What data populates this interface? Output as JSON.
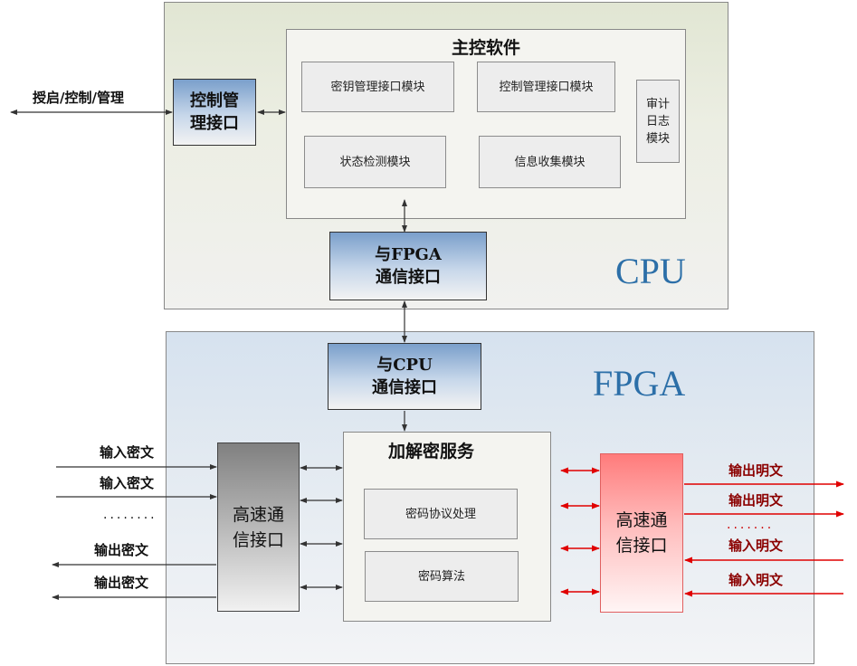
{
  "cpu": {
    "label": "CPU",
    "software_title": "主控软件",
    "modules": {
      "key_mgmt": "密钥管理接口模块",
      "ctrl_mgmt": "控制管理接口模块",
      "audit_log": "审计\n日志\n模块",
      "status_detect": "状态检测模块",
      "info_collect": "信息收集模块"
    },
    "ctrl_iface": "控制管\n理接口",
    "fpga_iface": "与FPGA\n通信接口",
    "external_label": "授启/控制/管理"
  },
  "fpga": {
    "label": "FPGA",
    "cpu_iface": "与CPU\n通信接口",
    "crypto_title": "加解密服务",
    "crypto_modules": {
      "protocol": "密码协议处理",
      "algorithm": "密码算法"
    },
    "left_hs_iface": "高速通\n信接口",
    "right_hs_iface": "高速通\n信接口",
    "left_signals": [
      "输入密文",
      "输入密文",
      "输出密文",
      "输出密文"
    ],
    "left_dots": "........",
    "right_signals": [
      "输出明文",
      "输出明文",
      "输入明文",
      "输入明文"
    ],
    "right_dots": ".......",
    "colors": {
      "red_arrow": "#e00000",
      "gray_arrow": "#333333"
    }
  }
}
